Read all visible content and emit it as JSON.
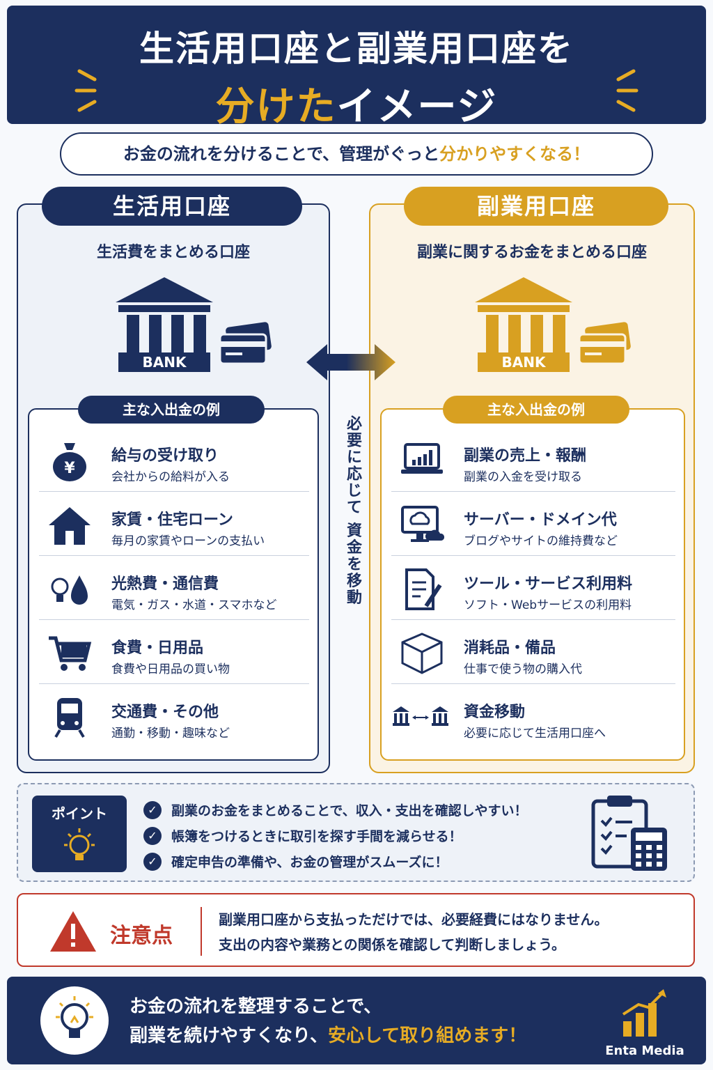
{
  "header": {
    "line1": "生活用口座と副業用口座を",
    "line2_highlight": "分けた",
    "line2_rest": "イメージ"
  },
  "subtitle": {
    "prefix": "お金の流れを分けることで、管理がぐっと",
    "highlight": "分かりやすくなる！"
  },
  "left": {
    "title": "生活用口座",
    "desc": "生活費をまとめる口座",
    "bank_label": "BANK",
    "examples_label": "主な入出金の例",
    "items": [
      {
        "icon": "money-bag-yen-icon",
        "title": "給与の受け取り",
        "sub": "会社からの給料が入る"
      },
      {
        "icon": "house-icon",
        "title": "家賃・住宅ローン",
        "sub": "毎月の家賃やローンの支払い"
      },
      {
        "icon": "bulb-water-icon",
        "title": "光熱費・通信費",
        "sub": "電気・ガス・水道・スマホなど"
      },
      {
        "icon": "shopping-cart-icon",
        "title": "食費・日用品",
        "sub": "食費や日用品の買い物"
      },
      {
        "icon": "train-icon",
        "title": "交通費・その他",
        "sub": "通勤・移動・趣味など"
      }
    ]
  },
  "center": {
    "transfer_text": "必要に応じて 資金を移動"
  },
  "right": {
    "title": "副業用口座",
    "desc": "副業に関するお金をまとめる口座",
    "bank_label": "BANK",
    "examples_label": "主な入出金の例",
    "items": [
      {
        "icon": "laptop-chart-icon",
        "title": "副業の売上・報酬",
        "sub": "副業の入金を受け取る"
      },
      {
        "icon": "monitor-cloud-icon",
        "title": "サーバー・ドメイン代",
        "sub": "ブログやサイトの維持費など"
      },
      {
        "icon": "document-pen-icon",
        "title": "ツール・サービス利用料",
        "sub": "ソフト・Webサービスの利用料"
      },
      {
        "icon": "box-icon",
        "title": "消耗品・備品",
        "sub": "仕事で使う物の購入代"
      },
      {
        "icon": "bank-transfer-icon",
        "title": "資金移動",
        "sub": "必要に応じて生活用口座へ"
      }
    ]
  },
  "points": {
    "label": "ポイント",
    "items": [
      "副業のお金をまとめることで、収入・支出を確認しやすい！",
      "帳簿をつけるときに取引を探す手間を減らせる！",
      "確定申告の準備や、お金の管理がスムーズに！"
    ]
  },
  "caution": {
    "label": "注意点",
    "line1": "副業用口座から支払っただけでは、必要経費にはなりません。",
    "line2": "支出の内容や業務との関係を確認して判断しましょう。"
  },
  "footer": {
    "line1": "お金の流れを整理することで、",
    "line2_prefix": "副業を続けやすくなり、",
    "line2_highlight": "安心して取り組めます！",
    "brand": "Enta Media"
  },
  "colors": {
    "navy": "#1c2f5e",
    "gold": "#d8a021",
    "red": "#c0392b"
  }
}
